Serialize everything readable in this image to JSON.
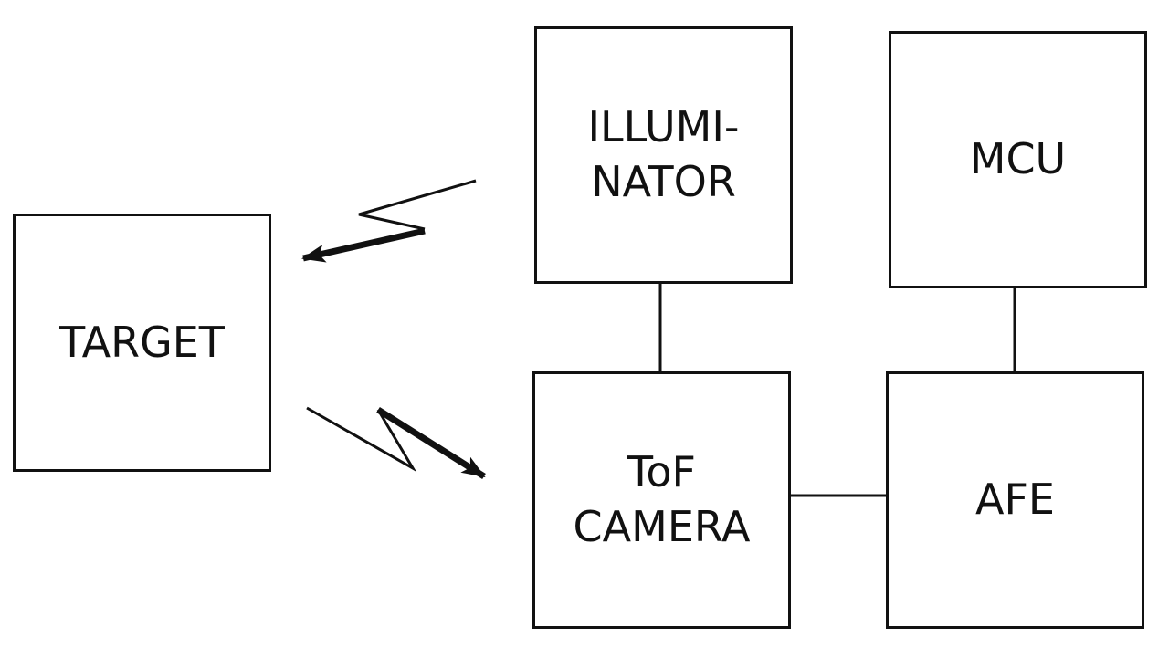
{
  "blocks": {
    "target": {
      "label": "TARGET"
    },
    "illuminator": {
      "line1": "ILLUMI-",
      "line2": "NATOR"
    },
    "mcu": {
      "label": "MCU"
    },
    "tof_camera": {
      "line1": "ToF",
      "line2": "CAMERA"
    },
    "afe": {
      "label": "AFE"
    }
  },
  "connections": [
    {
      "from": "illuminator",
      "to": "tof_camera"
    },
    {
      "from": "mcu",
      "to": "afe"
    },
    {
      "from": "tof_camera",
      "to": "afe"
    }
  ],
  "signals": [
    {
      "name": "emitted-light",
      "from": "illuminator",
      "to": "target"
    },
    {
      "name": "reflected-light",
      "from": "target",
      "to": "tof_camera"
    }
  ],
  "colors": {
    "line": "#111111",
    "background": "#ffffff"
  }
}
